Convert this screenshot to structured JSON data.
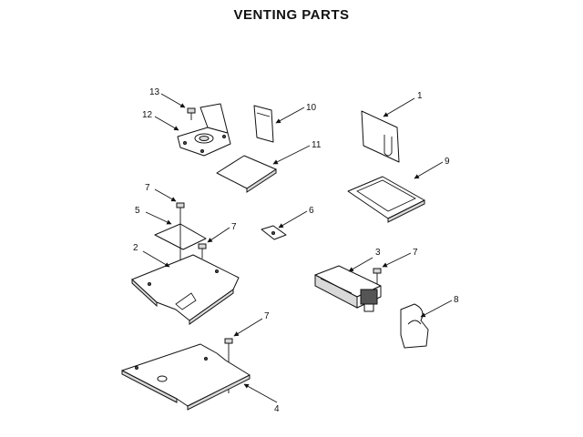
{
  "title": "VENTING PARTS",
  "callouts": {
    "c1": "1",
    "c2": "2",
    "c3": "3",
    "c4": "4",
    "c5": "5",
    "c6": "6",
    "c7a": "7",
    "c7b": "7",
    "c7c": "7",
    "c7d": "7",
    "c8": "8",
    "c9": "9",
    "c10": "10",
    "c11": "11",
    "c12": "12",
    "c13": "13"
  },
  "colors": {
    "line": "#111111",
    "background": "#ffffff"
  }
}
